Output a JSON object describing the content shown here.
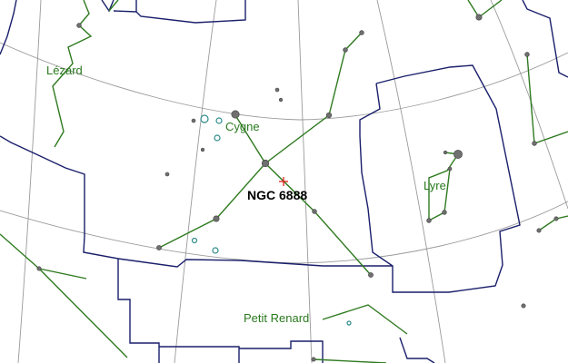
{
  "map": {
    "target": {
      "name": "NGC 6888",
      "marker": "red-cross"
    },
    "constellations": [
      {
        "key": "lacerta",
        "name": "Lézard"
      },
      {
        "key": "cygnus",
        "name": "Cygne"
      },
      {
        "key": "lyra",
        "name": "Lyre"
      },
      {
        "key": "vulpecula",
        "name": "Petit Renard"
      }
    ],
    "colors": {
      "background": "#ffffff",
      "boundary": "#1a1f6b",
      "constellation_line": "#2e7a1f",
      "grid": "#9a9a9a",
      "star": "#707070",
      "cluster": "#2e8a8a",
      "label": "#2a7a1e",
      "target_marker": "#e02020"
    }
  }
}
